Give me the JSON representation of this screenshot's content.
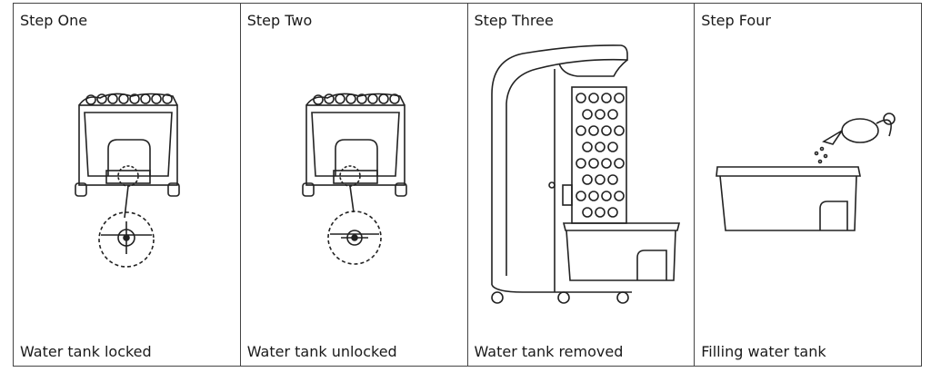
{
  "steps": [
    {
      "title": "Step One",
      "caption": "Water tank locked",
      "illustration": "tank-locked"
    },
    {
      "title": "Step Two",
      "caption": "Water tank unlocked",
      "illustration": "tank-unlocked"
    },
    {
      "title": "Step Three",
      "caption": "Water tank removed",
      "illustration": "cooler-tank-removed"
    },
    {
      "title": "Step Four",
      "caption": "Filling water tank",
      "illustration": "filling-tank"
    }
  ]
}
